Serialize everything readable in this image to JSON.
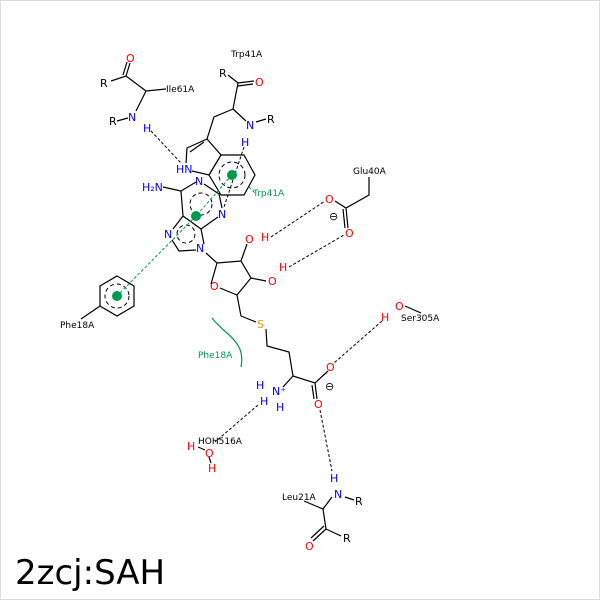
{
  "title": "2zcj:SAH",
  "colors": {
    "nitrogen": "#0000ff",
    "oxygen": "#ff0000",
    "sulfur": "#e6a000",
    "hydrophobic": "#00994d"
  },
  "residues": {
    "ile61": "Ile61A",
    "trp41": "Trp41A",
    "trp41_pi": "Trp41A",
    "glu40": "Glu40A",
    "phe18": "Phe18A",
    "phe18_hydrophobic": "Phe18A",
    "ser305": "Ser305A",
    "hoh516": "HOH516A",
    "leu21": "Leu21A"
  },
  "atoms": {
    "R": "R",
    "N": "N",
    "O": "O",
    "H": "H",
    "S": "S",
    "HN": "HN",
    "H2N": "H₂N",
    "Nplus": "N⁺",
    "minus": "⊖"
  }
}
